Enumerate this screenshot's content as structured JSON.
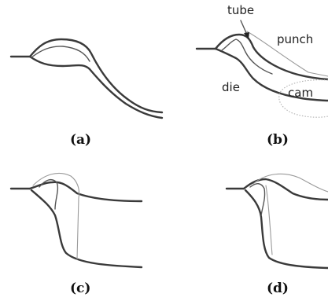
{
  "panels": {
    "a": {
      "caption": "(a)"
    },
    "b": {
      "caption": "(b)",
      "labels": {
        "tube": "tube",
        "punch": "punch",
        "die": "die",
        "cam": "cam"
      }
    },
    "c": {
      "caption": "(c)"
    },
    "d": {
      "caption": "(d)"
    }
  }
}
